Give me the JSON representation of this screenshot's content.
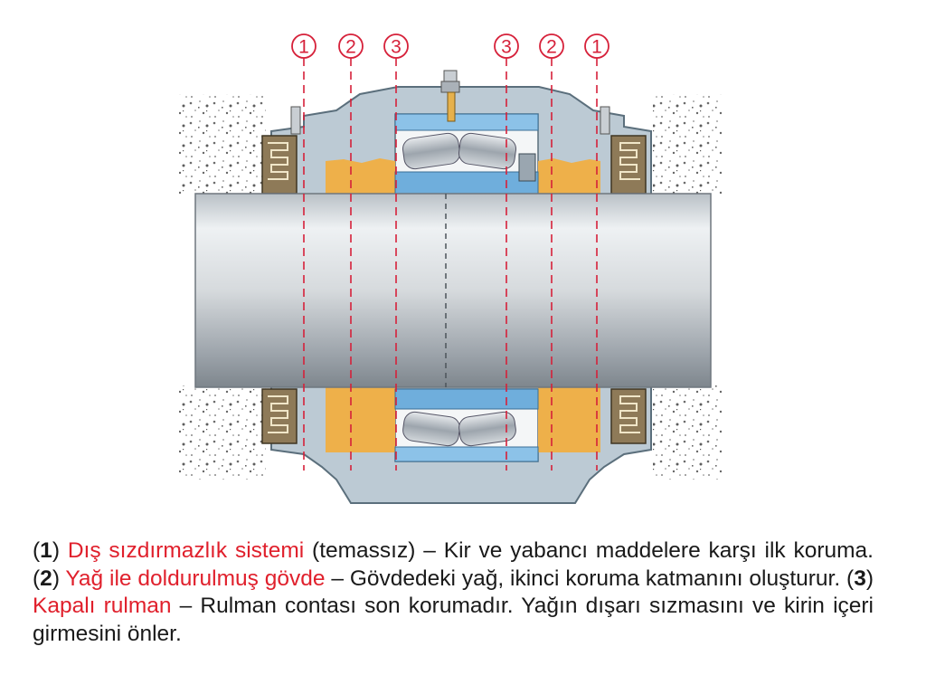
{
  "diagram": {
    "markers_left": [
      "1",
      "2",
      "3"
    ],
    "markers_right": [
      "3",
      "2",
      "1"
    ]
  },
  "caption": {
    "item1": {
      "open": "(",
      "num": "1",
      "close": ") ",
      "term": "Dış sızdırmazlık sistemi",
      "rest": " (temassız) – Kir ve yabancı maddelere karşı ilk koruma. "
    },
    "item2": {
      "open": "(",
      "num": "2",
      "close": ") ",
      "term": "Yağ ile doldurulmuş gövde",
      "rest": " – Gövdedeki yağ, ikinci koruma katmanını oluşturur. "
    },
    "item3": {
      "open": "(",
      "num": "3",
      "close": ") ",
      "term": "Kapalı rulman",
      "rest": " – Rulman contası son korumadır. Yağın dışarı sızmasını ve kirin içeri girmesini önler."
    }
  }
}
